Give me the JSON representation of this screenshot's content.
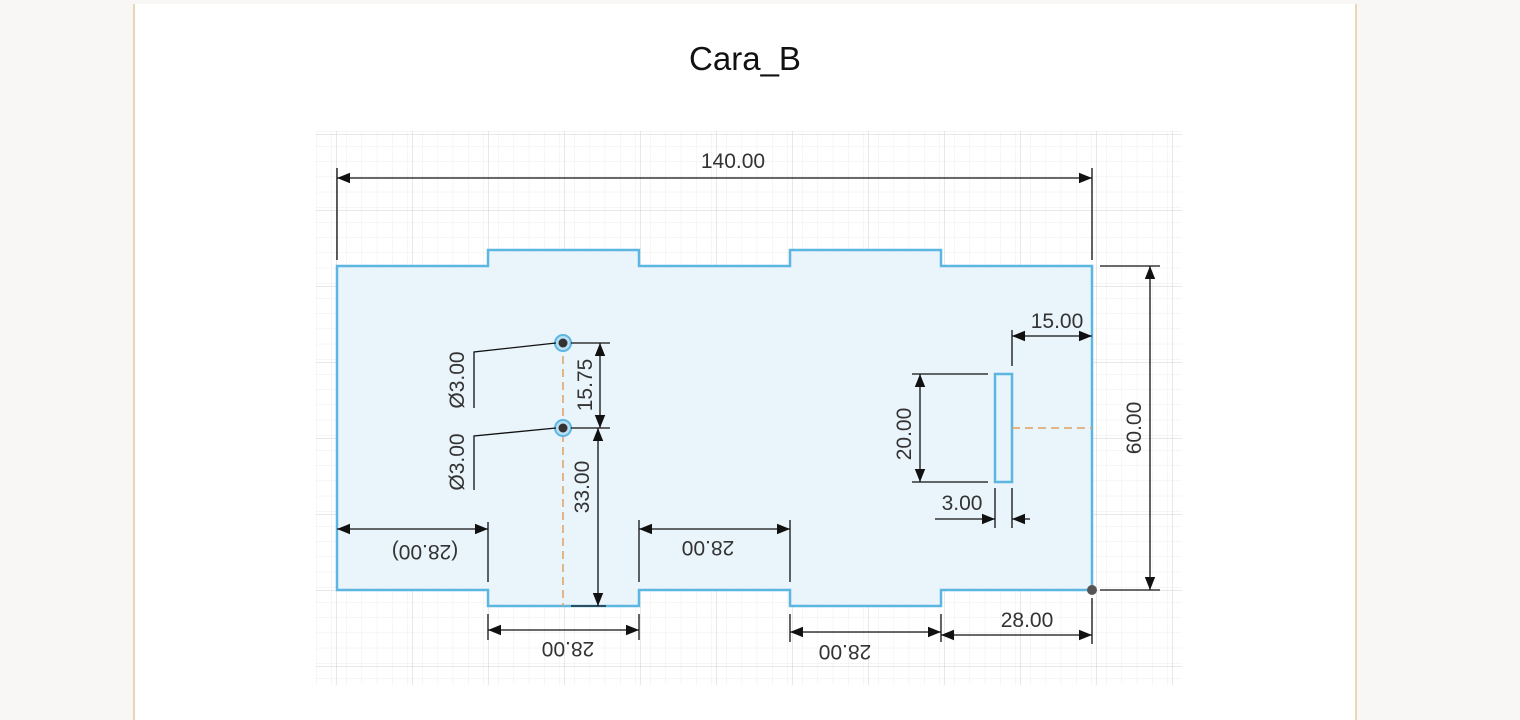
{
  "document": {
    "title": "Cara_B"
  },
  "drawing": {
    "units": "mm",
    "colors": {
      "outline": "#5bb6e2",
      "fill": "#eaf4fb",
      "grid": "#dcdcdc",
      "dimension": "#111111",
      "centerline": "#e0a060",
      "hole": "#444444"
    },
    "dimensions": {
      "overall_width": "140.00",
      "overall_height": "60.00",
      "slot_offset": "15.00",
      "slot_height": "20.00",
      "slot_width": "3.00",
      "hole_upper_dia": "Ø3.00",
      "hole_lower_dia": "Ø3.00",
      "hole_spacing": "15.75",
      "hole_height": "33.00",
      "tab_left_ref": "(28.00)",
      "tab_gap_middle": "28.00",
      "bottom_tab_left": "28.00",
      "bottom_tab_right": "28.00",
      "bottom_right_edge": "28.00"
    }
  }
}
